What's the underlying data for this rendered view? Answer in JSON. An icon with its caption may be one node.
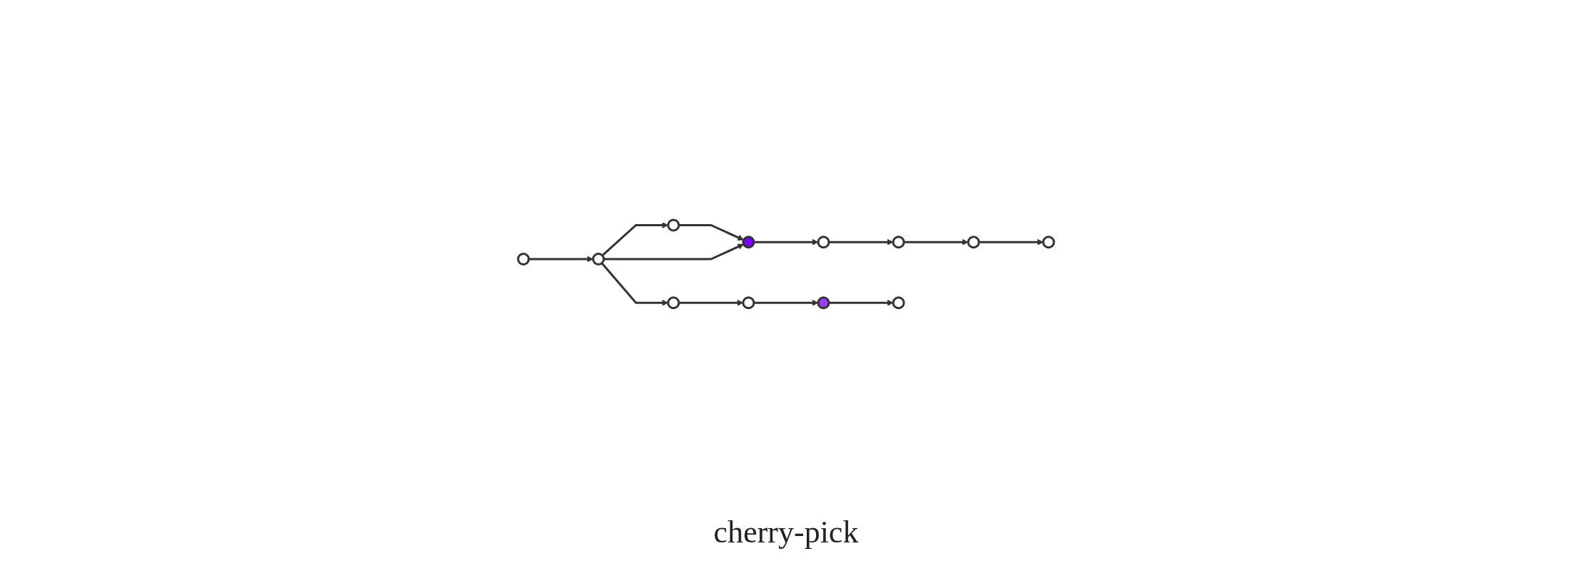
{
  "diagram": {
    "caption": "cherry-pick",
    "nodes": [
      {
        "text": [],
        "shape": "circle"
      },
      {
        "text": [],
        "shape": "circle"
      },
      {
        "text": [],
        "shape": "circle"
      },
      {
        "text": [],
        "shape": "circle"
      },
      {
        "text": [],
        "shape": "circle"
      },
      {
        "text": [],
        "shape": "circle"
      },
      {
        "text": [],
        "shape": "circle"
      },
      {
        "text": [],
        "shape": "circle"
      },
      {
        "text": [],
        "shape": "circle"
      },
      {
        "text": [],
        "shape": "circle"
      },
      {
        "text": [],
        "shape": "circle"
      },
      {
        "text": [],
        "shape": "circle"
      }
    ],
    "edges": [
      {
        "from": 0,
        "to": 1,
        "arrow": "to"
      },
      {
        "from": 1,
        "to": 2,
        "arrow": "to"
      },
      {
        "from": 2,
        "to": 3,
        "arrow": "to"
      },
      {
        "from": 1,
        "to": 3,
        "arrow": "to"
      },
      {
        "from": 3,
        "to": 4,
        "arrow": "to"
      },
      {
        "from": 4,
        "to": 5,
        "arrow": "to"
      },
      {
        "from": 5,
        "to": 6,
        "arrow": "to"
      },
      {
        "from": 6,
        "to": 7,
        "arrow": "to"
      },
      {
        "from": 1,
        "to": 8,
        "arrow": "to"
      },
      {
        "from": 8,
        "to": 9,
        "arrow": "to"
      },
      {
        "from": 9,
        "to": 10,
        "arrow": "to"
      },
      {
        "from": 10,
        "to": 11,
        "arrow": "to"
      }
    ]
  }
}
